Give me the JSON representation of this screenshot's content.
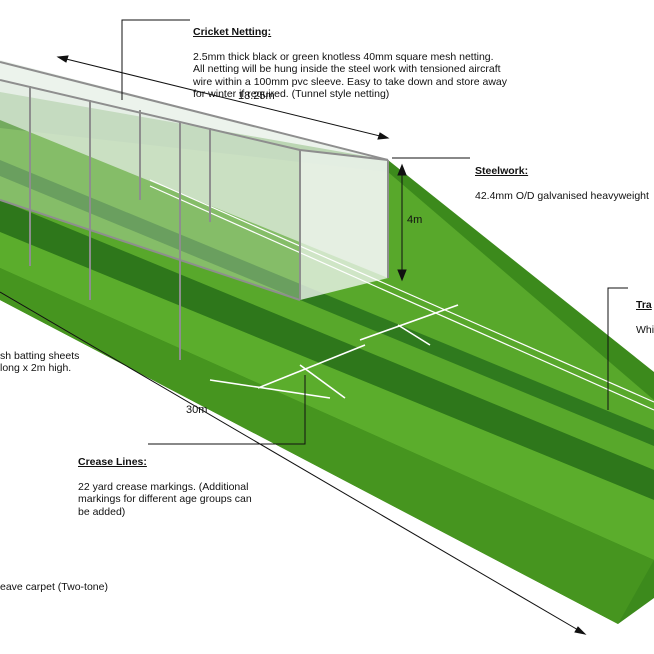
{
  "netting": {
    "title": "Cricket Netting:",
    "text": "2.5mm thick black or green knotless 40mm square mesh netting.\nAll netting will be hung inside the steel work with tensioned aircraft\nwire within a 100mm pvc sleeve. Easy to take down and store away\nfor winter if required. (Tunnel style netting)"
  },
  "steelwork": {
    "title": "Steelwork:",
    "text": "42.4mm O/D galvanised heavyweight"
  },
  "tramlines": {
    "title": "Tra",
    "text": "Whi"
  },
  "batting_sheets": {
    "text": "sh batting sheets\n long x 2m high."
  },
  "crease": {
    "title": "Crease Lines:",
    "text": "22 yard crease markings. (Additional\nmarkings for different age groups can\nbe added)"
  },
  "carpet": {
    "text": "eave carpet (Two-tone)"
  },
  "dimensions": {
    "width": "18.25m",
    "height": "4m",
    "length": "30m"
  },
  "colors": {
    "grass_light": "#5fae2e",
    "grass_dark": "#2f7a1e",
    "netting": "#dfe9df",
    "steel": "#9a9a9a"
  }
}
